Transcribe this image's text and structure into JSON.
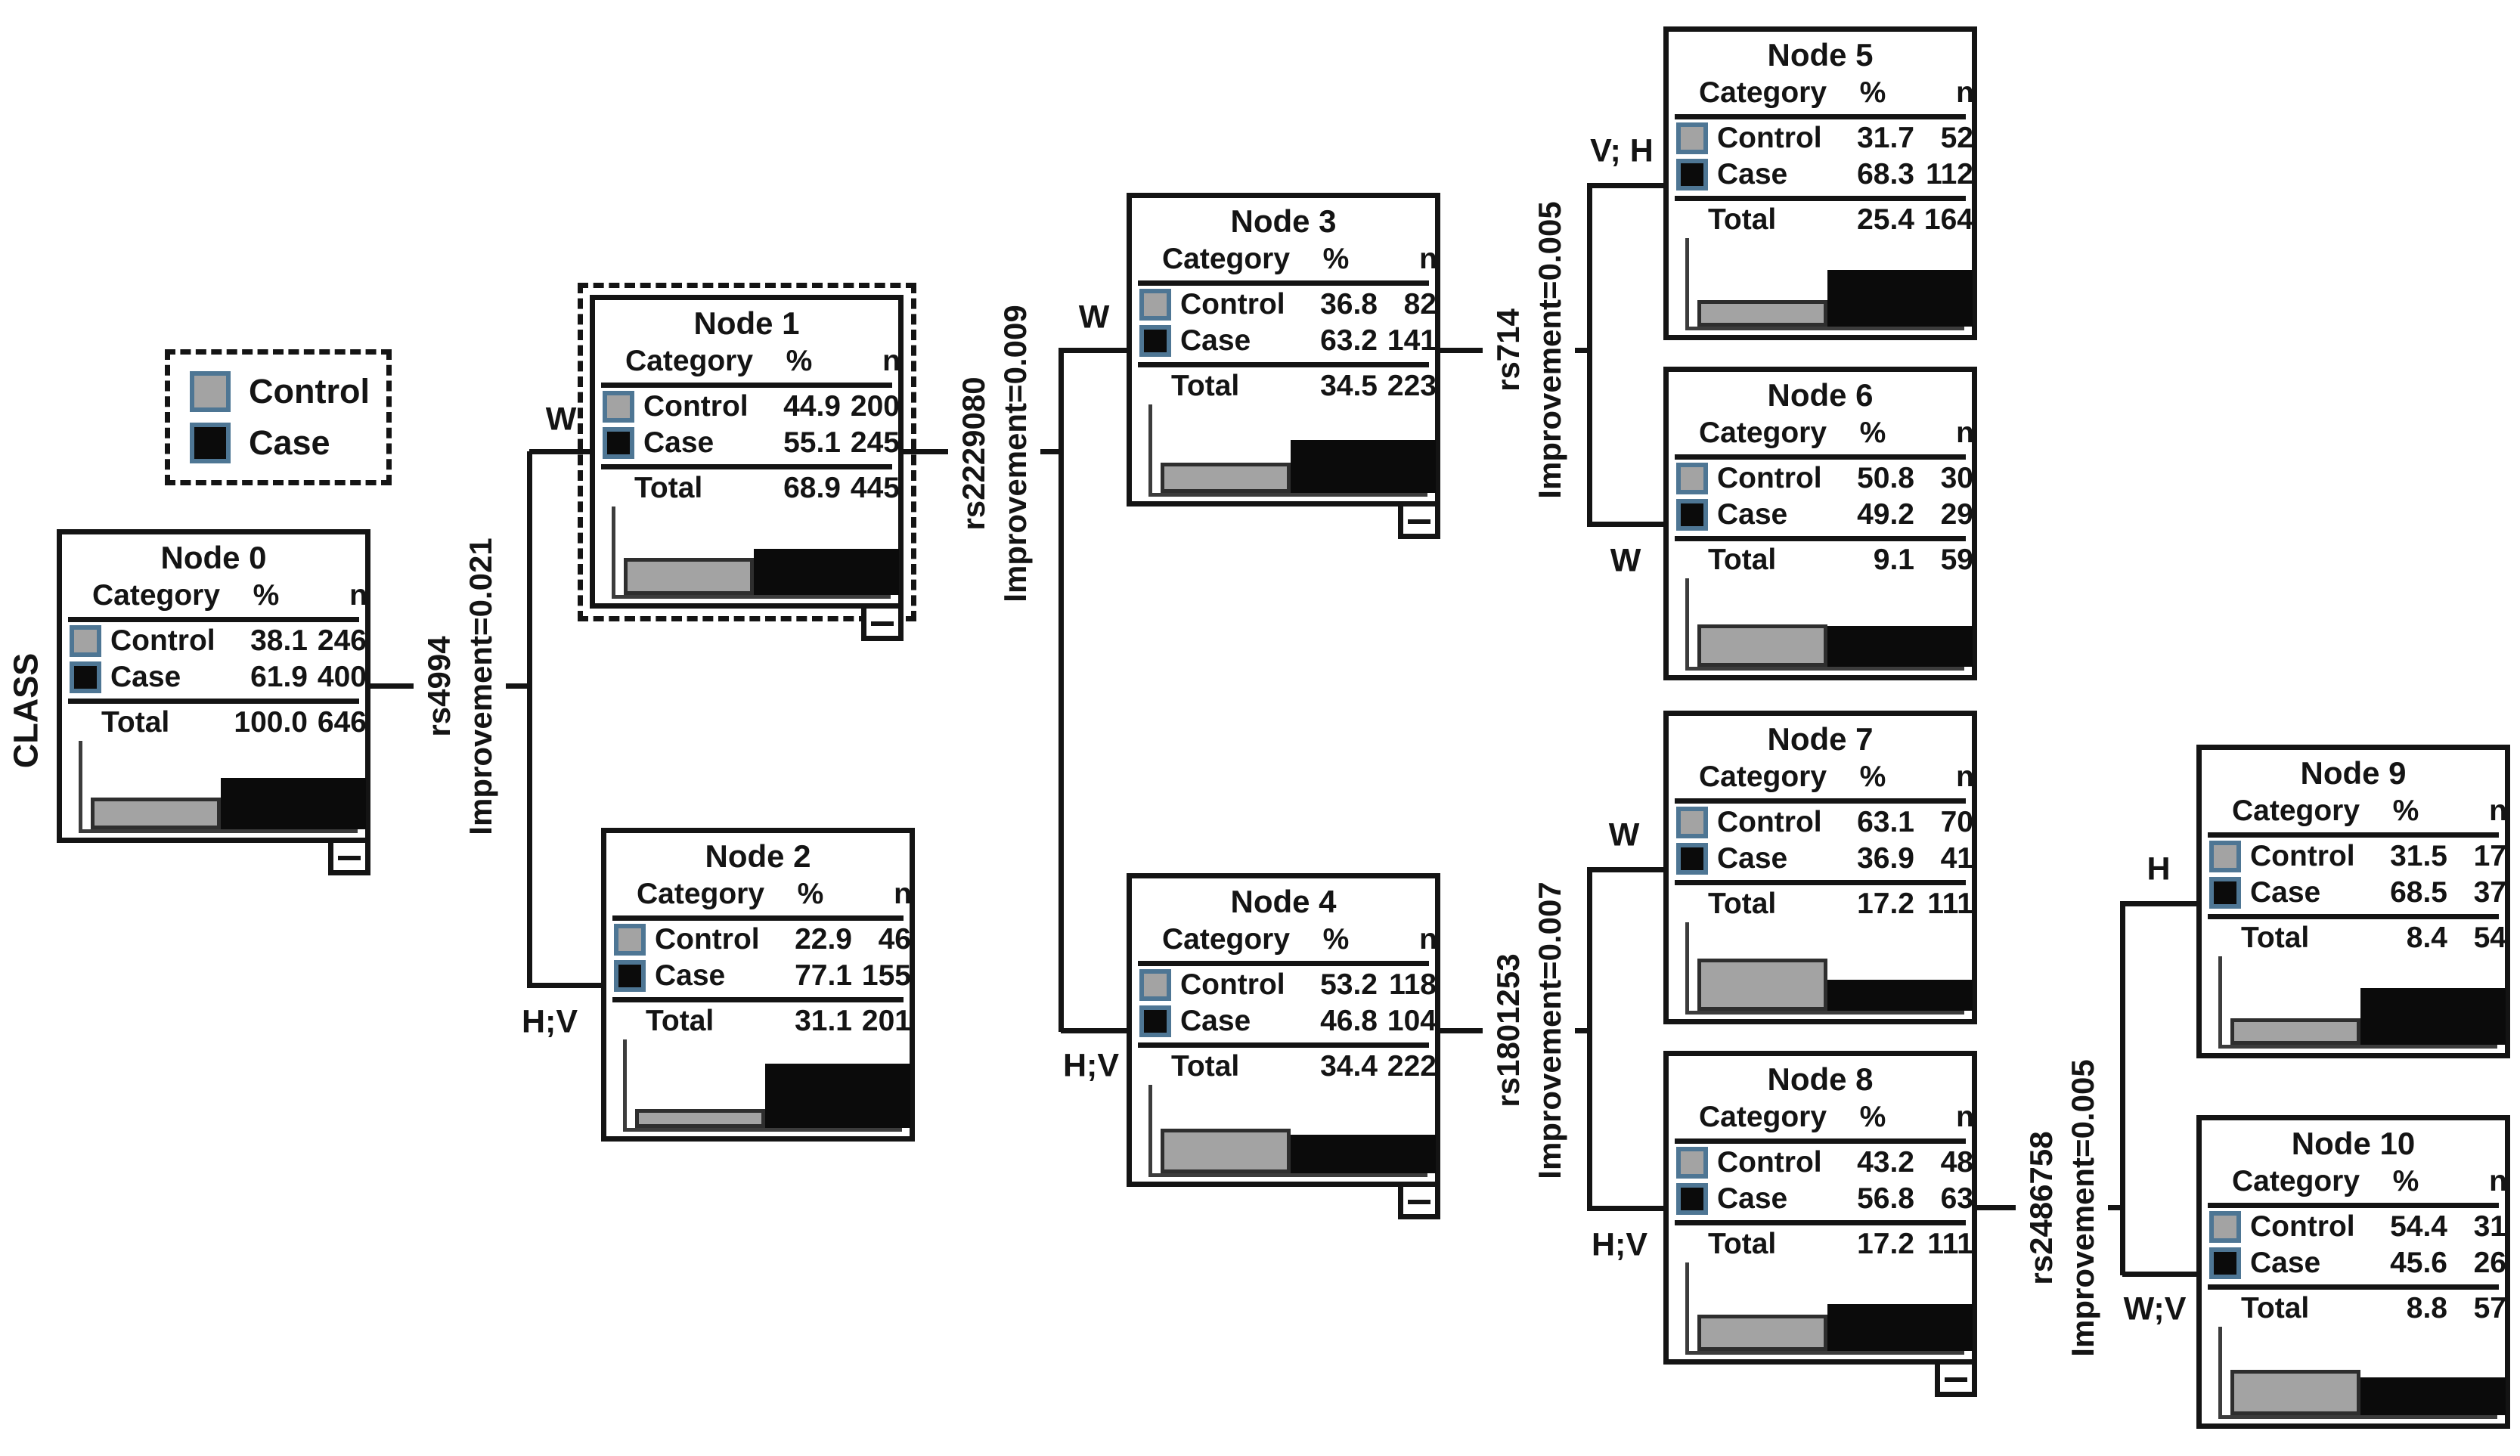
{
  "root_axis_label": "CLASS",
  "labels": {
    "control": "Control",
    "case": "Case"
  },
  "table": {
    "category": "Category",
    "pct": "%",
    "n": "n",
    "total": "Total"
  },
  "legend": {
    "items": [
      {
        "label": "Control"
      },
      {
        "label": "Case"
      }
    ]
  },
  "colors": {
    "line": "#141414",
    "control-fill": "#a3a3a3",
    "case-fill": "#0b0b0b",
    "swatch-border": "#4e7694"
  },
  "nodes": [
    {
      "title": "Node 0",
      "control": {
        "pct": "38.1",
        "n": "246"
      },
      "case": {
        "pct": "61.9",
        "n": "400"
      },
      "total": {
        "pct": "100.0",
        "n": "646"
      },
      "collapsible": true,
      "selected": false
    },
    {
      "title": "Node 1",
      "control": {
        "pct": "44.9",
        "n": "200"
      },
      "case": {
        "pct": "55.1",
        "n": "245"
      },
      "total": {
        "pct": "68.9",
        "n": "445"
      },
      "collapsible": true,
      "selected": true
    },
    {
      "title": "Node 2",
      "control": {
        "pct": "22.9",
        "n": "46"
      },
      "case": {
        "pct": "77.1",
        "n": "155"
      },
      "total": {
        "pct": "31.1",
        "n": "201"
      },
      "collapsible": false,
      "selected": false
    },
    {
      "title": "Node 3",
      "control": {
        "pct": "36.8",
        "n": "82"
      },
      "case": {
        "pct": "63.2",
        "n": "141"
      },
      "total": {
        "pct": "34.5",
        "n": "223"
      },
      "collapsible": true,
      "selected": false
    },
    {
      "title": "Node 4",
      "control": {
        "pct": "53.2",
        "n": "118"
      },
      "case": {
        "pct": "46.8",
        "n": "104"
      },
      "total": {
        "pct": "34.4",
        "n": "222"
      },
      "collapsible": true,
      "selected": false
    },
    {
      "title": "Node 5",
      "control": {
        "pct": "31.7",
        "n": "52"
      },
      "case": {
        "pct": "68.3",
        "n": "112"
      },
      "total": {
        "pct": "25.4",
        "n": "164"
      },
      "collapsible": false,
      "selected": false
    },
    {
      "title": "Node 6",
      "control": {
        "pct": "50.8",
        "n": "30"
      },
      "case": {
        "pct": "49.2",
        "n": "29"
      },
      "total": {
        "pct": "9.1",
        "n": "59"
      },
      "collapsible": false,
      "selected": false
    },
    {
      "title": "Node 7",
      "control": {
        "pct": "63.1",
        "n": "70"
      },
      "case": {
        "pct": "36.9",
        "n": "41"
      },
      "total": {
        "pct": "17.2",
        "n": "111"
      },
      "collapsible": false,
      "selected": false
    },
    {
      "title": "Node 8",
      "control": {
        "pct": "43.2",
        "n": "48"
      },
      "case": {
        "pct": "56.8",
        "n": "63"
      },
      "total": {
        "pct": "17.2",
        "n": "111"
      },
      "collapsible": true,
      "selected": false
    },
    {
      "title": "Node 9",
      "control": {
        "pct": "31.5",
        "n": "17"
      },
      "case": {
        "pct": "68.5",
        "n": "37"
      },
      "total": {
        "pct": "8.4",
        "n": "54"
      },
      "collapsible": false,
      "selected": false
    },
    {
      "title": "Node 10",
      "control": {
        "pct": "54.4",
        "n": "31"
      },
      "case": {
        "pct": "45.6",
        "n": "26"
      },
      "total": {
        "pct": "8.8",
        "n": "57"
      },
      "collapsible": false,
      "selected": false
    }
  ],
  "edges": [
    {
      "variable": "rs4994",
      "improvement": "Improvement=0.021",
      "branches": [
        {
          "label": "W"
        },
        {
          "label": "H;V"
        }
      ]
    },
    {
      "variable": "rs2229080",
      "improvement": "Improvement=0.009",
      "branches": [
        {
          "label": "W"
        },
        {
          "label": "H;V"
        }
      ]
    },
    {
      "variable": "rs714",
      "improvement": "Improvement=0.005",
      "branches": [
        {
          "label": "V; H"
        },
        {
          "label": "W"
        }
      ]
    },
    {
      "variable": "rs1801253",
      "improvement": "Improvement=0.007",
      "branches": [
        {
          "label": "W"
        },
        {
          "label": "H;V"
        }
      ]
    },
    {
      "variable": "rs2486758",
      "improvement": "Improvement=0.005",
      "branches": [
        {
          "label": "H"
        },
        {
          "label": "W;V"
        }
      ]
    }
  ]
}
